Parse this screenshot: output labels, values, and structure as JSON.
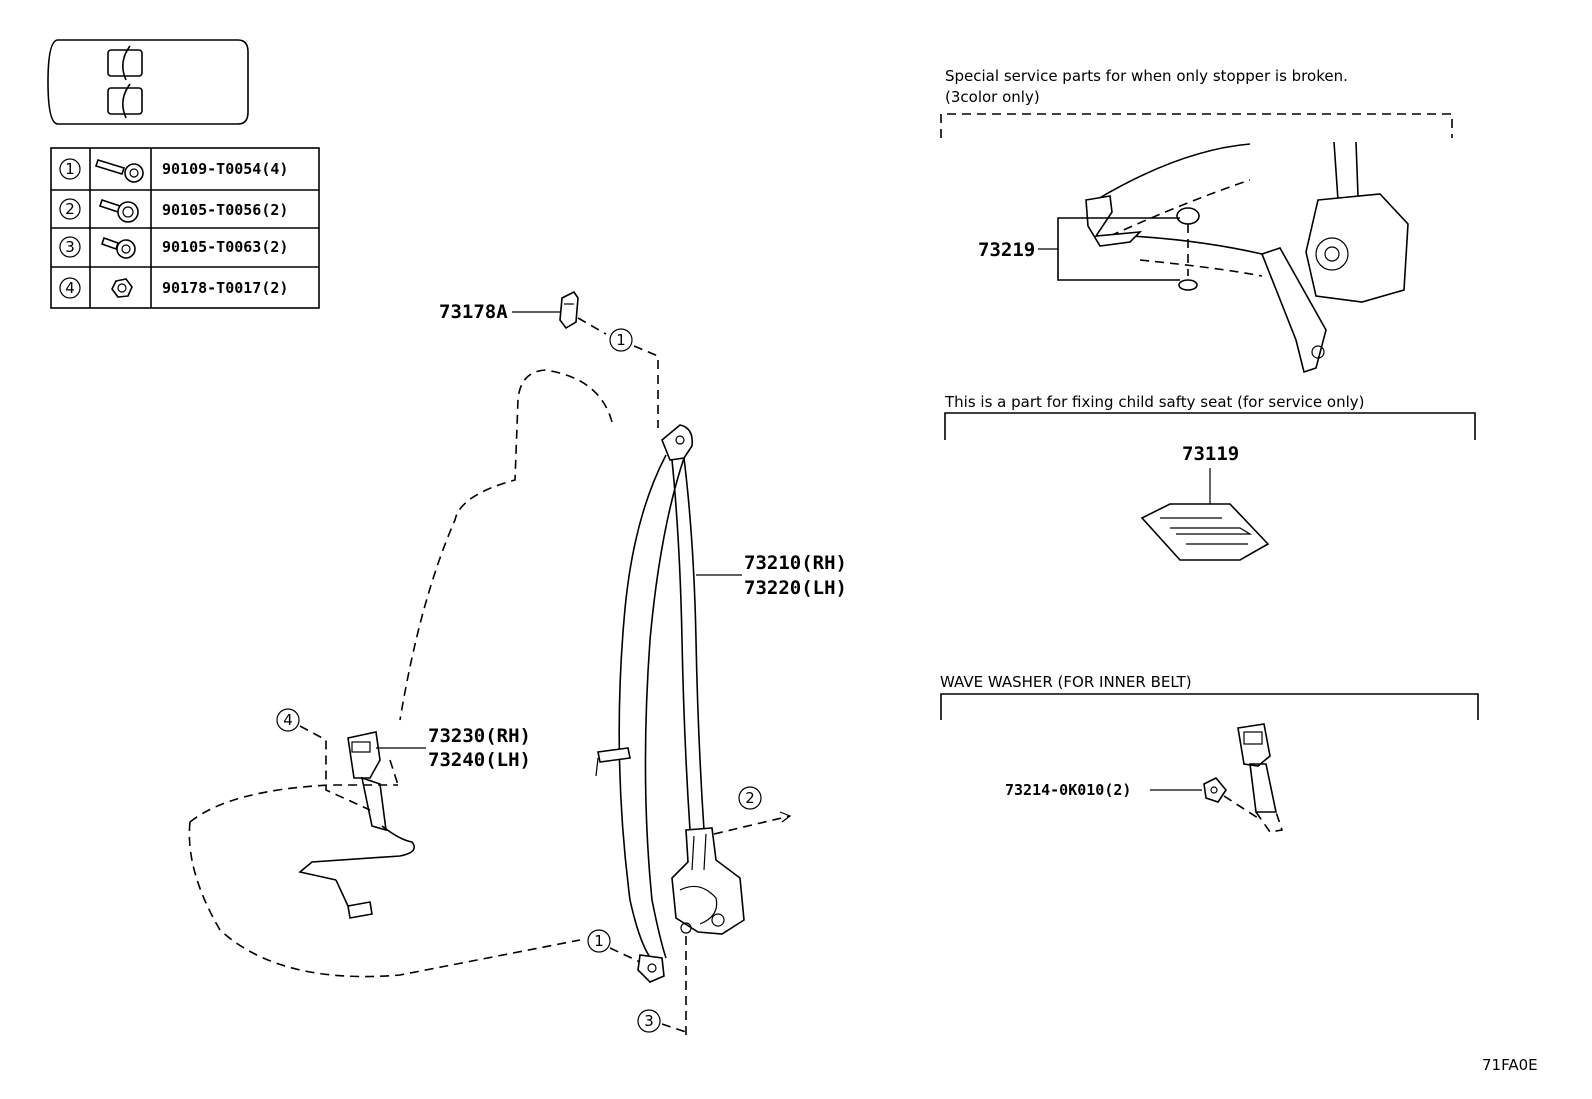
{
  "fastener_table": [
    {
      "num": "1",
      "part": "90109-T0054(4)",
      "icon": "bolt-icon"
    },
    {
      "num": "2",
      "part": "90105-T0056(2)",
      "icon": "washer-bolt-icon"
    },
    {
      "num": "3",
      "part": "90105-T0063(2)",
      "icon": "washer-bolt-icon"
    },
    {
      "num": "4",
      "part": "90178-T0017(2)",
      "icon": "nut-icon"
    }
  ],
  "labels": {
    "anchor_cover": "73178A",
    "belt_rh": "73210(RH)",
    "belt_lh": "73220(LH)",
    "buckle_rh": "73230(RH)",
    "buckle_lh": "73240(LH)",
    "stopper_part": "73219",
    "child_seat_part": "73119",
    "wave_washer_part": "73214-0K010(2)"
  },
  "callouts": {
    "c1": "1",
    "c2": "2",
    "c3": "3",
    "c4": "4"
  },
  "notes": {
    "stopper_line1": "Special service parts for when only stopper is broken.",
    "stopper_line2": "(3color only)",
    "child_seat": "This is a part for fixing child safty seat (for service only)",
    "wave_washer": "WAVE WASHER (FOR INNER BELT)"
  },
  "diagram_id": "71FA0E"
}
